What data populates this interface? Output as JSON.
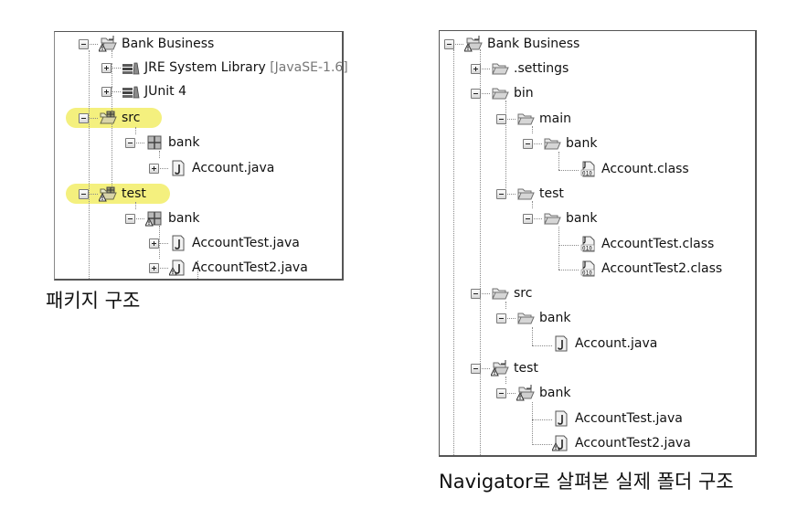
{
  "package_view": {
    "caption": "패키지 구조",
    "highlight_color": "#f4f07e",
    "items": [
      {
        "label": "Bank Business",
        "icon": "project-folder-warning-icon",
        "toggle": "minus"
      },
      {
        "label": "JRE System Library",
        "suffix": "[JavaSE-1.6]",
        "icon": "library-icon",
        "toggle": "plus"
      },
      {
        "label": "JUnit 4",
        "icon": "library-icon",
        "toggle": "plus"
      },
      {
        "label": "src",
        "icon": "source-folder-icon",
        "toggle": "minus",
        "highlighted": true
      },
      {
        "label": "bank",
        "icon": "package-icon",
        "toggle": "minus"
      },
      {
        "label": "Account.java",
        "icon": "java-file-icon",
        "toggle": "plus"
      },
      {
        "label": "test",
        "icon": "source-folder-warning-icon",
        "toggle": "minus",
        "highlighted": true
      },
      {
        "label": "bank",
        "icon": "package-warning-icon",
        "toggle": "minus"
      },
      {
        "label": "AccountTest.java",
        "icon": "java-file-icon",
        "toggle": "plus"
      },
      {
        "label": "AccountTest2.java",
        "icon": "java-file-warning-icon",
        "toggle": "plus"
      }
    ]
  },
  "navigator_view": {
    "caption": "Navigator로 살펴본 실제 폴더 구조",
    "items": [
      {
        "label": "Bank Business",
        "icon": "project-folder-warning-icon",
        "toggle": "minus"
      },
      {
        "label": ".settings",
        "icon": "folder-icon",
        "toggle": "plus"
      },
      {
        "label": "bin",
        "icon": "folder-icon",
        "toggle": "minus"
      },
      {
        "label": "main",
        "icon": "folder-icon",
        "toggle": "minus"
      },
      {
        "label": "bank",
        "icon": "folder-icon",
        "toggle": "minus"
      },
      {
        "label": "Account.class",
        "icon": "class-file-icon",
        "toggle": "none"
      },
      {
        "label": "test",
        "icon": "folder-icon",
        "toggle": "minus"
      },
      {
        "label": "bank",
        "icon": "folder-icon",
        "toggle": "minus"
      },
      {
        "label": "AccountTest.class",
        "icon": "class-file-icon",
        "toggle": "none"
      },
      {
        "label": "AccountTest2.class",
        "icon": "class-file-icon",
        "toggle": "none"
      },
      {
        "label": "src",
        "icon": "folder-icon",
        "toggle": "minus"
      },
      {
        "label": "bank",
        "icon": "folder-icon",
        "toggle": "minus"
      },
      {
        "label": "Account.java",
        "icon": "java-file-icon",
        "toggle": "none"
      },
      {
        "label": "test",
        "icon": "folder-warning-icon",
        "toggle": "minus"
      },
      {
        "label": "bank",
        "icon": "folder-warning-icon",
        "toggle": "minus"
      },
      {
        "label": "AccountTest.java",
        "icon": "java-file-icon",
        "toggle": "none"
      },
      {
        "label": "AccountTest2.java",
        "icon": "java-file-warning-icon",
        "toggle": "none"
      }
    ]
  }
}
